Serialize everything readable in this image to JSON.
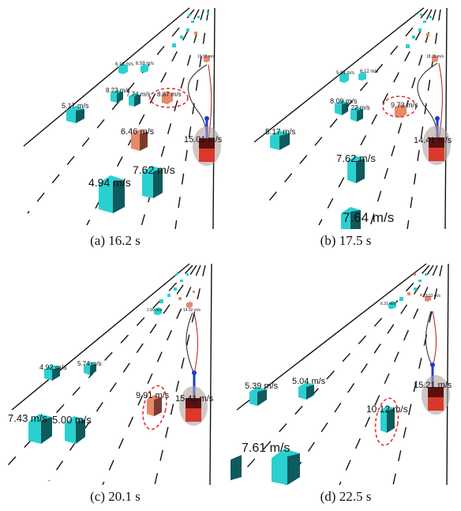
{
  "colors": {
    "cyan": "#2ad0cf",
    "cyan_dark": "#0f5a5c",
    "salmon": "#e58a6b",
    "ego_red": "#d9392c",
    "path_blue": "#1a3ccf",
    "highlight": "#e23030"
  },
  "panels": [
    {
      "caption": "(a)  16.2 s",
      "ego_speed": "15.01 m/s",
      "highlight_speed": "8.67 m/s",
      "vehicles": [
        {
          "label": "4.94 m/s",
          "color": "cyan"
        },
        {
          "label": "7.62 m/s",
          "color": "cyan"
        },
        {
          "label": "6.46 m/s",
          "color": "salmon"
        },
        {
          "label": "5.17 m/s",
          "color": "cyan"
        },
        {
          "label": "8.23 m/s",
          "color": "cyan"
        },
        {
          "label": "7.74 m/s",
          "color": "cyan"
        },
        {
          "label": "8.67 m/s",
          "color": "salmon"
        },
        {
          "label": "6.16 m/s",
          "color": "cyan"
        },
        {
          "label": "6.59 m/s",
          "color": "cyan"
        },
        {
          "label": "19.95 m/s",
          "color": "salmon"
        }
      ]
    },
    {
      "caption": "(b)  17.5 s",
      "ego_speed": "14.41 m/s",
      "highlight_speed": "9.73 m/s",
      "vehicles": [
        {
          "label": "7.64 m/s",
          "color": "cyan"
        },
        {
          "label": "7.62 m/s",
          "color": "cyan"
        },
        {
          "label": "5.17 m/s",
          "color": "cyan"
        },
        {
          "label": "8.09 m/s",
          "color": "cyan"
        },
        {
          "label": "7.22 m/s",
          "color": "cyan"
        },
        {
          "label": "9.73 m/s",
          "color": "salmon"
        },
        {
          "label": "5.84 m/s",
          "color": "cyan"
        },
        {
          "label": "6.12 m/s",
          "color": "cyan"
        },
        {
          "label": "18.35 m/s",
          "color": "salmon"
        }
      ]
    },
    {
      "caption": "(c)  20.1 s",
      "ego_speed": "15.41 m/s",
      "highlight_speed": "9.91 m/s",
      "vehicles": [
        {
          "label": "7.43 m/s",
          "color": "cyan"
        },
        {
          "label": "5.00 m/s",
          "color": "cyan"
        },
        {
          "label": "4.92 m/s",
          "color": "cyan"
        },
        {
          "label": "5.74 m/s",
          "color": "cyan"
        },
        {
          "label": "9.91 m/s",
          "color": "salmon"
        },
        {
          "label": "2.80 m/s",
          "color": "cyan"
        },
        {
          "label": "14.92 m/s",
          "color": "salmon"
        }
      ]
    },
    {
      "caption": "(d)  22.5 s",
      "ego_speed": "15.21 m/s",
      "highlight_speed": "10.12 m/s",
      "vehicles": [
        {
          "label": "7.61 m/s",
          "color": "cyan"
        },
        {
          "label": "5.39 m/s",
          "color": "cyan"
        },
        {
          "label": "5.04 m/s",
          "color": "cyan"
        },
        {
          "label": "10.12 m/s",
          "color": "cyan"
        },
        {
          "label": "6.31 m/s",
          "color": "cyan"
        },
        {
          "label": "23.22 m/s",
          "color": "salmon"
        }
      ]
    }
  ]
}
